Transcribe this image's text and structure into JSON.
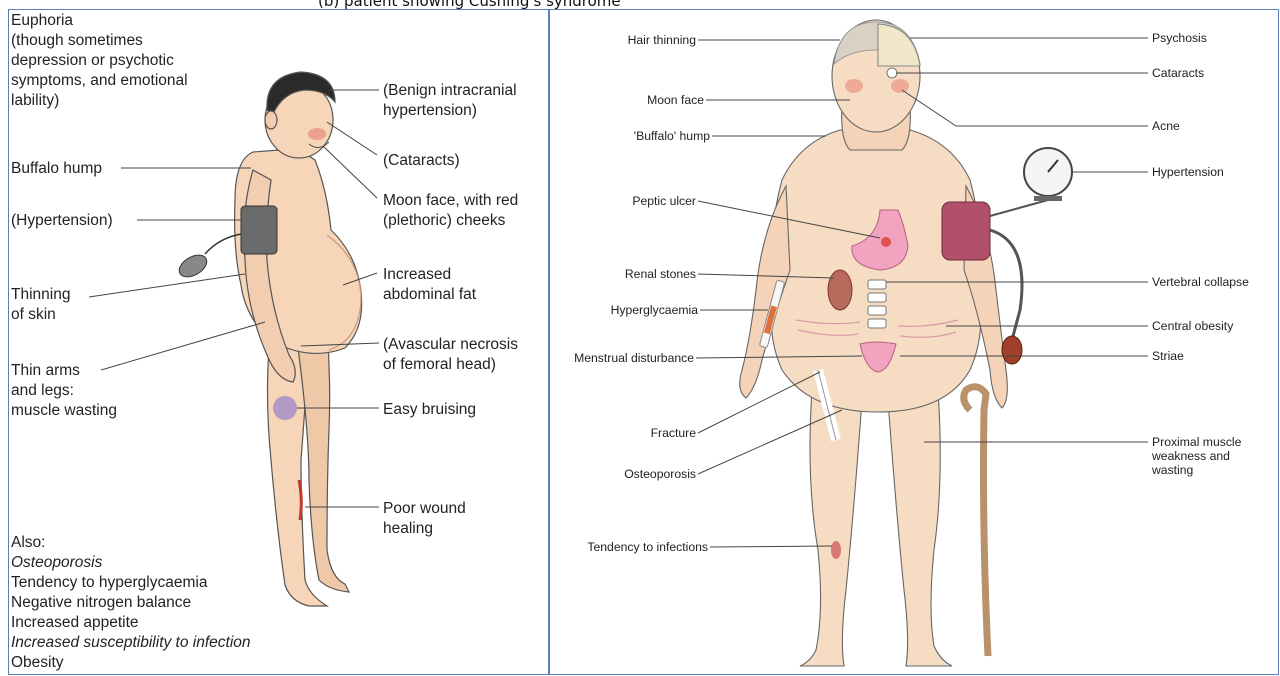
{
  "page_header_fragment": "(b) patient showing Cushing's syndrome",
  "left_panel": {
    "labels": {
      "euphoria": "Euphoria",
      "euphoria_note_1": "(though sometimes",
      "euphoria_note_2": "depression or psychotic",
      "euphoria_note_3": "symptoms, and emotional",
      "euphoria_note_4": "lability)",
      "buffalo_hump": "Buffalo hump",
      "hypertension": "(Hypertension)",
      "thinning_1": "Thinning",
      "thinning_2": "of skin",
      "thin_arms_1": "Thin arms",
      "thin_arms_2": "and legs:",
      "thin_arms_3": "muscle wasting",
      "benign_1": "(Benign intracranial",
      "benign_2": "hypertension)",
      "cataracts": "(Cataracts)",
      "moon_face_1": "Moon face, with red",
      "moon_face_2": "(plethoric) cheeks",
      "abdominal_fat_1": "Increased",
      "abdominal_fat_2": "abdominal fat",
      "avascular_1": "(Avascular necrosis",
      "avascular_2": "of femoral head)",
      "bruising": "Easy bruising",
      "wound_1": "Poor wound",
      "wound_2": "healing"
    },
    "also_list": [
      {
        "text": "Also:",
        "italic": false
      },
      {
        "text": "Osteoporosis",
        "italic": true
      },
      {
        "text": "Tendency to hyperglycaemia",
        "italic": false
      },
      {
        "text": "Negative nitrogen balance",
        "italic": false
      },
      {
        "text": "Increased appetite",
        "italic": false
      },
      {
        "text": "Increased susceptibility to infection",
        "italic": true
      },
      {
        "text": "Obesity",
        "italic": false
      }
    ]
  },
  "right_panel": {
    "left_labels": {
      "hair_thinning": "Hair thinning",
      "moon_face": "Moon face",
      "buffalo_hump": "'Buffalo' hump",
      "peptic_ulcer": "Peptic ulcer",
      "renal_stones": "Renal stones",
      "hyperglycaemia": "Hyperglycaemia",
      "menstrual": "Menstrual disturbance",
      "fracture": "Fracture",
      "osteoporosis": "Osteoporosis",
      "infections": "Tendency to infections"
    },
    "right_labels": {
      "psychosis": "Psychosis",
      "cataracts": "Cataracts",
      "acne": "Acne",
      "hypertension": "Hypertension",
      "vertebral": "Vertebral collapse",
      "central_obesity": "Central obesity",
      "striae": "Striae",
      "proximal_1": "Proximal muscle",
      "proximal_2": "weakness and",
      "proximal_3": "wasting"
    }
  },
  "colors": {
    "panel_border": "#5a7fb2",
    "skin": "#f6d5b8",
    "skin_shade": "#e8b898",
    "cuff": "#6b6b6b",
    "cheek": "#e9897a",
    "bruise": "#7a6ad0",
    "wound": "#c0392b",
    "leader_line": "#444444"
  }
}
